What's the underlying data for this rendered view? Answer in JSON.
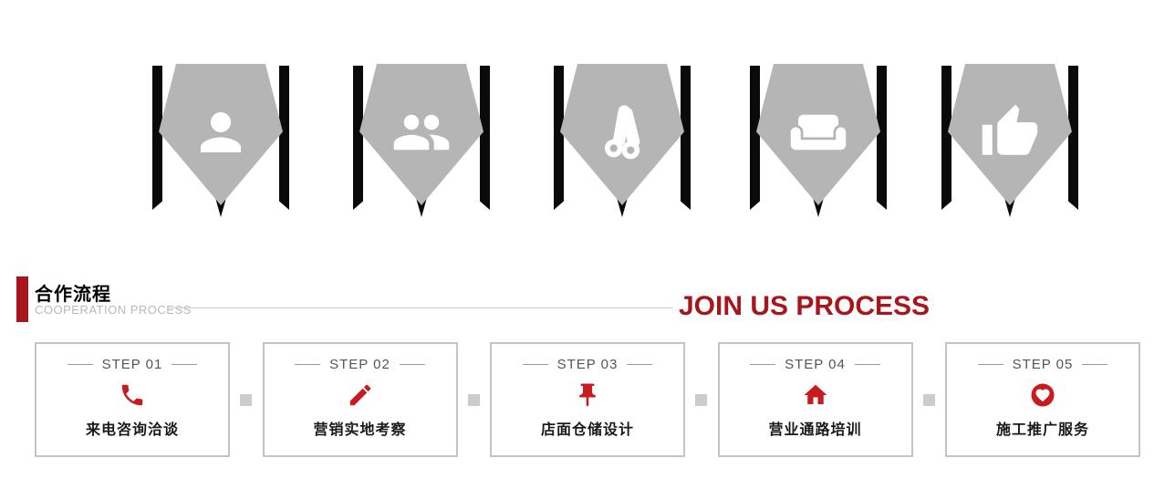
{
  "colors": {
    "accent": "#a8161d",
    "icon-red": "#c81a1f",
    "hex-gray": "#b5b5b5",
    "ribbon-black": "#0a0a0a",
    "border-gray": "#c4c4c4",
    "connector-gray": "#cccccc",
    "line-gray": "#cccccc"
  },
  "badges": [
    {
      "icon": "businessman-icon"
    },
    {
      "icon": "people-icon"
    },
    {
      "icon": "wood-logs-icon"
    },
    {
      "icon": "sofa-icon"
    },
    {
      "icon": "thumbs-up-icon"
    }
  ],
  "section_header": {
    "title_cn": "合作流程",
    "title_en": "COOPERATION PROCESS",
    "right_text": "JOIN US PROCESS"
  },
  "steps": [
    {
      "step_label": "STEP 01",
      "icon": "phone-icon",
      "title": "来电咨询洽谈"
    },
    {
      "step_label": "STEP 02",
      "icon": "pencil-icon",
      "title": "营销实地考察"
    },
    {
      "step_label": "STEP 03",
      "icon": "pushpin-icon",
      "title": "店面仓储设计"
    },
    {
      "step_label": "STEP 04",
      "icon": "home-icon",
      "title": "营业通路培训"
    },
    {
      "step_label": "STEP 05",
      "icon": "heart-icon",
      "title": "施工推广服务"
    }
  ]
}
